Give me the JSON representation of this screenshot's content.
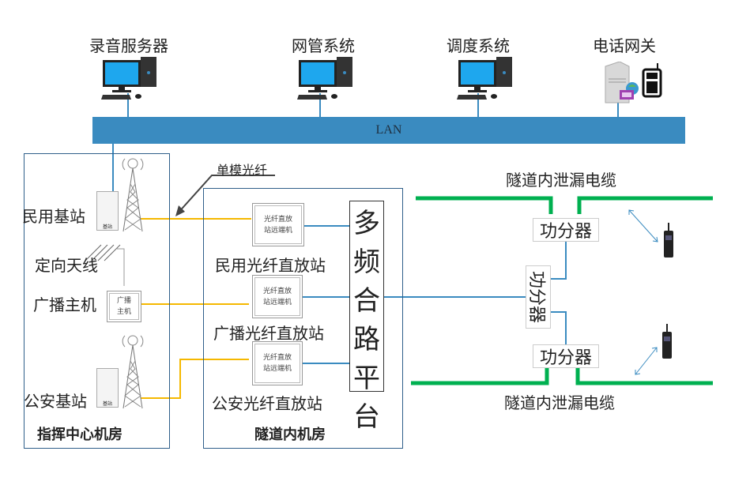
{
  "top_devices": [
    {
      "label": "录音服务器",
      "icon": "desktop-computer-icon"
    },
    {
      "label": "网管系统",
      "icon": "desktop-computer-icon"
    },
    {
      "label": "调度系统",
      "icon": "desktop-computer-icon"
    },
    {
      "label": "电话网关",
      "icon": "gateway-server-icon"
    }
  ],
  "lan": {
    "label": "LAN"
  },
  "command_room": {
    "title": "指挥中心机房",
    "civil_bs": {
      "label": "民用基站",
      "rack_label": "基站"
    },
    "antenna": {
      "label": "定向天线"
    },
    "broadcast": {
      "label": "广播主机",
      "box_line1": "广播",
      "box_line2": "主机"
    },
    "police_bs": {
      "label": "公安基站",
      "rack_label": "基站"
    }
  },
  "fiber_annotation": {
    "label": "单模光纤"
  },
  "tunnel_room": {
    "title": "隧道内机房",
    "repeaters": [
      {
        "label": "民用光纤直放站",
        "box_line1": "光纤直放",
        "box_line2": "站远端机"
      },
      {
        "label": "广播光纤直放站",
        "box_line1": "光纤直放",
        "box_line2": "站远端机"
      },
      {
        "label": "公安光纤直放站",
        "box_line1": "光纤直放",
        "box_line2": "站远端机"
      }
    ],
    "platform": {
      "chars": [
        "多",
        "频",
        "合",
        "路",
        "平",
        "台"
      ]
    }
  },
  "tunnel": {
    "cable_top_label": "隧道内泄漏电缆",
    "cable_bottom_label": "隧道内泄漏电缆",
    "splitter_top": "功分器",
    "splitter_mid": "功分器",
    "splitter_bottom": "功分器"
  },
  "colors": {
    "lan": "#3a8bc0",
    "fiber": "#f5b800",
    "link": "#3a8bc0",
    "leaky_cable": "#00b050",
    "room_border": "#2f5f8a"
  }
}
